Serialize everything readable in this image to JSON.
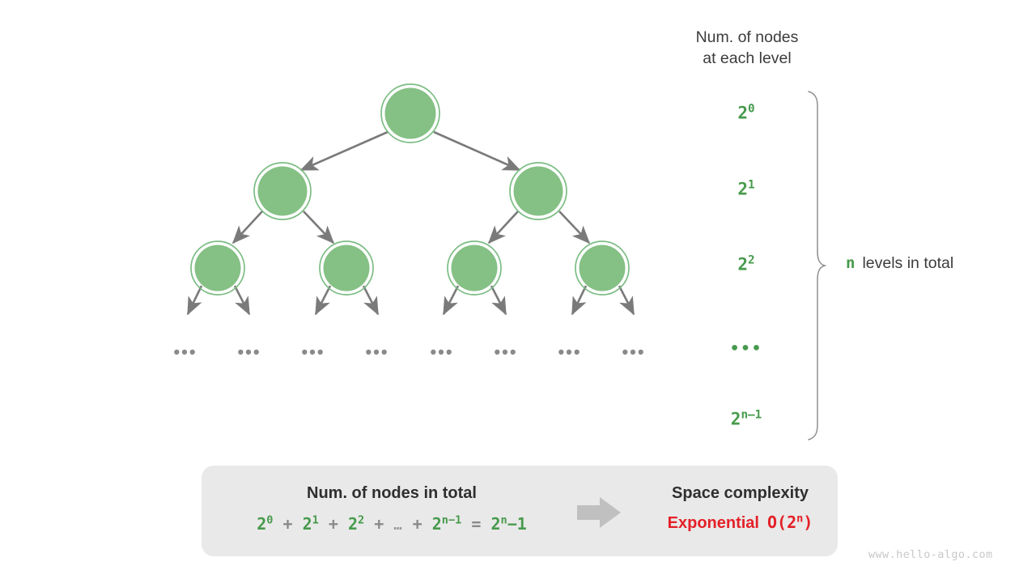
{
  "diagram": {
    "title_right": "Num. of nodes\nat each level",
    "levels_heading_line1": "Num. of nodes",
    "levels_heading_line2": "at each level",
    "level_labels": [
      {
        "base": "2",
        "exp": "0",
        "text": "2⁰"
      },
      {
        "base": "2",
        "exp": "1",
        "text": "2¹"
      },
      {
        "base": "2",
        "exp": "2",
        "text": "2²"
      },
      {
        "base": "",
        "exp": "",
        "text": "•••"
      },
      {
        "base": "2",
        "exp": "n–1",
        "text": "2ⁿ⁻¹"
      }
    ],
    "levels_total_var": "n",
    "levels_total_text": "levels in total",
    "tree_ellipsis": "•••",
    "tree": {
      "levels": [
        {
          "level": 0,
          "count": 1,
          "label": "2⁰"
        },
        {
          "level": 1,
          "count": 2,
          "label": "2¹"
        },
        {
          "level": 2,
          "count": 4,
          "label": "2²"
        },
        {
          "level": 3,
          "count": 8,
          "label": "…"
        }
      ]
    }
  },
  "summary": {
    "left_title": "Num. of nodes in total",
    "formula_terms": [
      "2⁰",
      "+",
      "2¹",
      "+",
      "2²",
      "+",
      "…",
      "+",
      "2ⁿ⁻¹",
      "=",
      "2ⁿ–1"
    ],
    "right_title": "Space complexity",
    "complexity_word": "Exponential",
    "complexity_bigo": "O(2ⁿ)",
    "arrow_icon": "right-arrow-icon"
  },
  "watermark": "www.hello-algo.com",
  "colors": {
    "node_fill": "#85c085",
    "node_ring": "#7cbd84",
    "edge_gray": "#7a7a7a",
    "green_text": "#479a4c",
    "red_text": "#e42028",
    "panel_bg": "#e9e9e9",
    "arrow_gray": "#c0c0c0",
    "dark_text": "#3c3c3c",
    "watermark_gray": "#c8c8c8"
  }
}
